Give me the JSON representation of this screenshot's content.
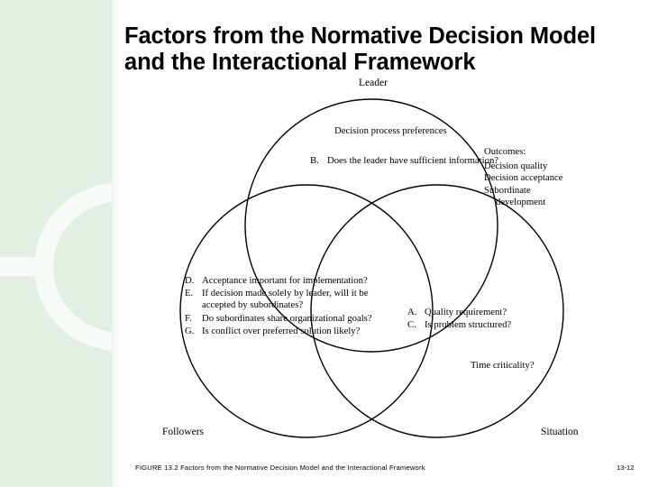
{
  "slide": {
    "title": "Factors from the Normative Decision Model and the Interactional Framework",
    "background_color": "#ffffff",
    "side_panel_color": "#e2efe2",
    "side_panel_accent_color": "#f7fbf7"
  },
  "diagram": {
    "type": "venn-3-circle",
    "circle_labels": {
      "leader": "Leader",
      "followers": "Followers",
      "situation": "Situation"
    },
    "leader": {
      "note": "Decision process preferences",
      "items": [
        {
          "letter": "B.",
          "text": "Does the leader have sufficient information?"
        }
      ]
    },
    "followers": {
      "items": [
        {
          "letter": "D.",
          "text": "Acceptance important for implementation?"
        },
        {
          "letter": "E.",
          "text": "If decision made solely by leader, will it be accepted by subordinates?"
        },
        {
          "letter": "F.",
          "text": "Do subordinates share organizational goals?"
        },
        {
          "letter": "G.",
          "text": "Is conflict over preferred solution likely?"
        }
      ]
    },
    "situation": {
      "items": [
        {
          "letter": "A.",
          "text": "Quality requirement?"
        },
        {
          "letter": "C.",
          "text": "Is problem structured?"
        }
      ],
      "note": "Time criticality?"
    },
    "outcomes": {
      "title": "Outcomes:",
      "items": [
        "Decision quality",
        "Decision acceptance",
        "Subordinate",
        "development"
      ]
    },
    "stroke_color": "#000000"
  },
  "footer": {
    "caption": "FIGURE 13.2 Factors from the Normative Decision Model and the Interactional Framework",
    "page": "13-12"
  }
}
